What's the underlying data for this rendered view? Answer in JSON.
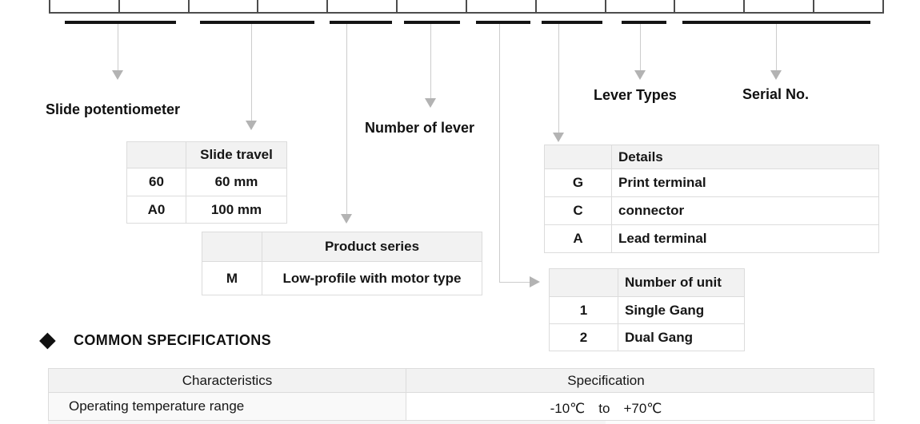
{
  "colors": {
    "underline_bar": "#141414",
    "arrow": "#c8c8c8",
    "table_header_bg": "#f2f2f2",
    "table_border": "#dcdcdc",
    "box_border": "#4d4d4d",
    "text": "#161616"
  },
  "part_number_row": {
    "cell_count": 12
  },
  "callouts": {
    "slide_potentiometer": "Slide potentiometer",
    "number_of_lever": "Number of lever",
    "lever_types": "Lever Types",
    "serial_no": "Serial No."
  },
  "tables": {
    "slide_travel": {
      "header": [
        "",
        "Slide travel"
      ],
      "rows": [
        [
          "60",
          "60 mm"
        ],
        [
          "A0",
          "100 mm"
        ]
      ]
    },
    "product_series": {
      "header": [
        "",
        "Product series"
      ],
      "rows": [
        [
          "M",
          "Low-profile with motor type"
        ]
      ]
    },
    "details": {
      "header": [
        "",
        "Details"
      ],
      "rows": [
        [
          "G",
          "Print terminal"
        ],
        [
          "C",
          "connector"
        ],
        [
          "A",
          "Lead terminal"
        ]
      ]
    },
    "number_of_unit": {
      "header": [
        "",
        "Number of unit"
      ],
      "rows": [
        [
          "1",
          "Single Gang"
        ],
        [
          "2",
          "Dual Gang"
        ]
      ]
    },
    "common_specs": {
      "header": [
        "Characteristics",
        "Specification"
      ],
      "rows": [
        [
          "Operating temperature range",
          "-10℃　to　+70℃"
        ]
      ]
    }
  },
  "section": {
    "marker": "◆",
    "title": "COMMON SPECIFICATIONS"
  }
}
